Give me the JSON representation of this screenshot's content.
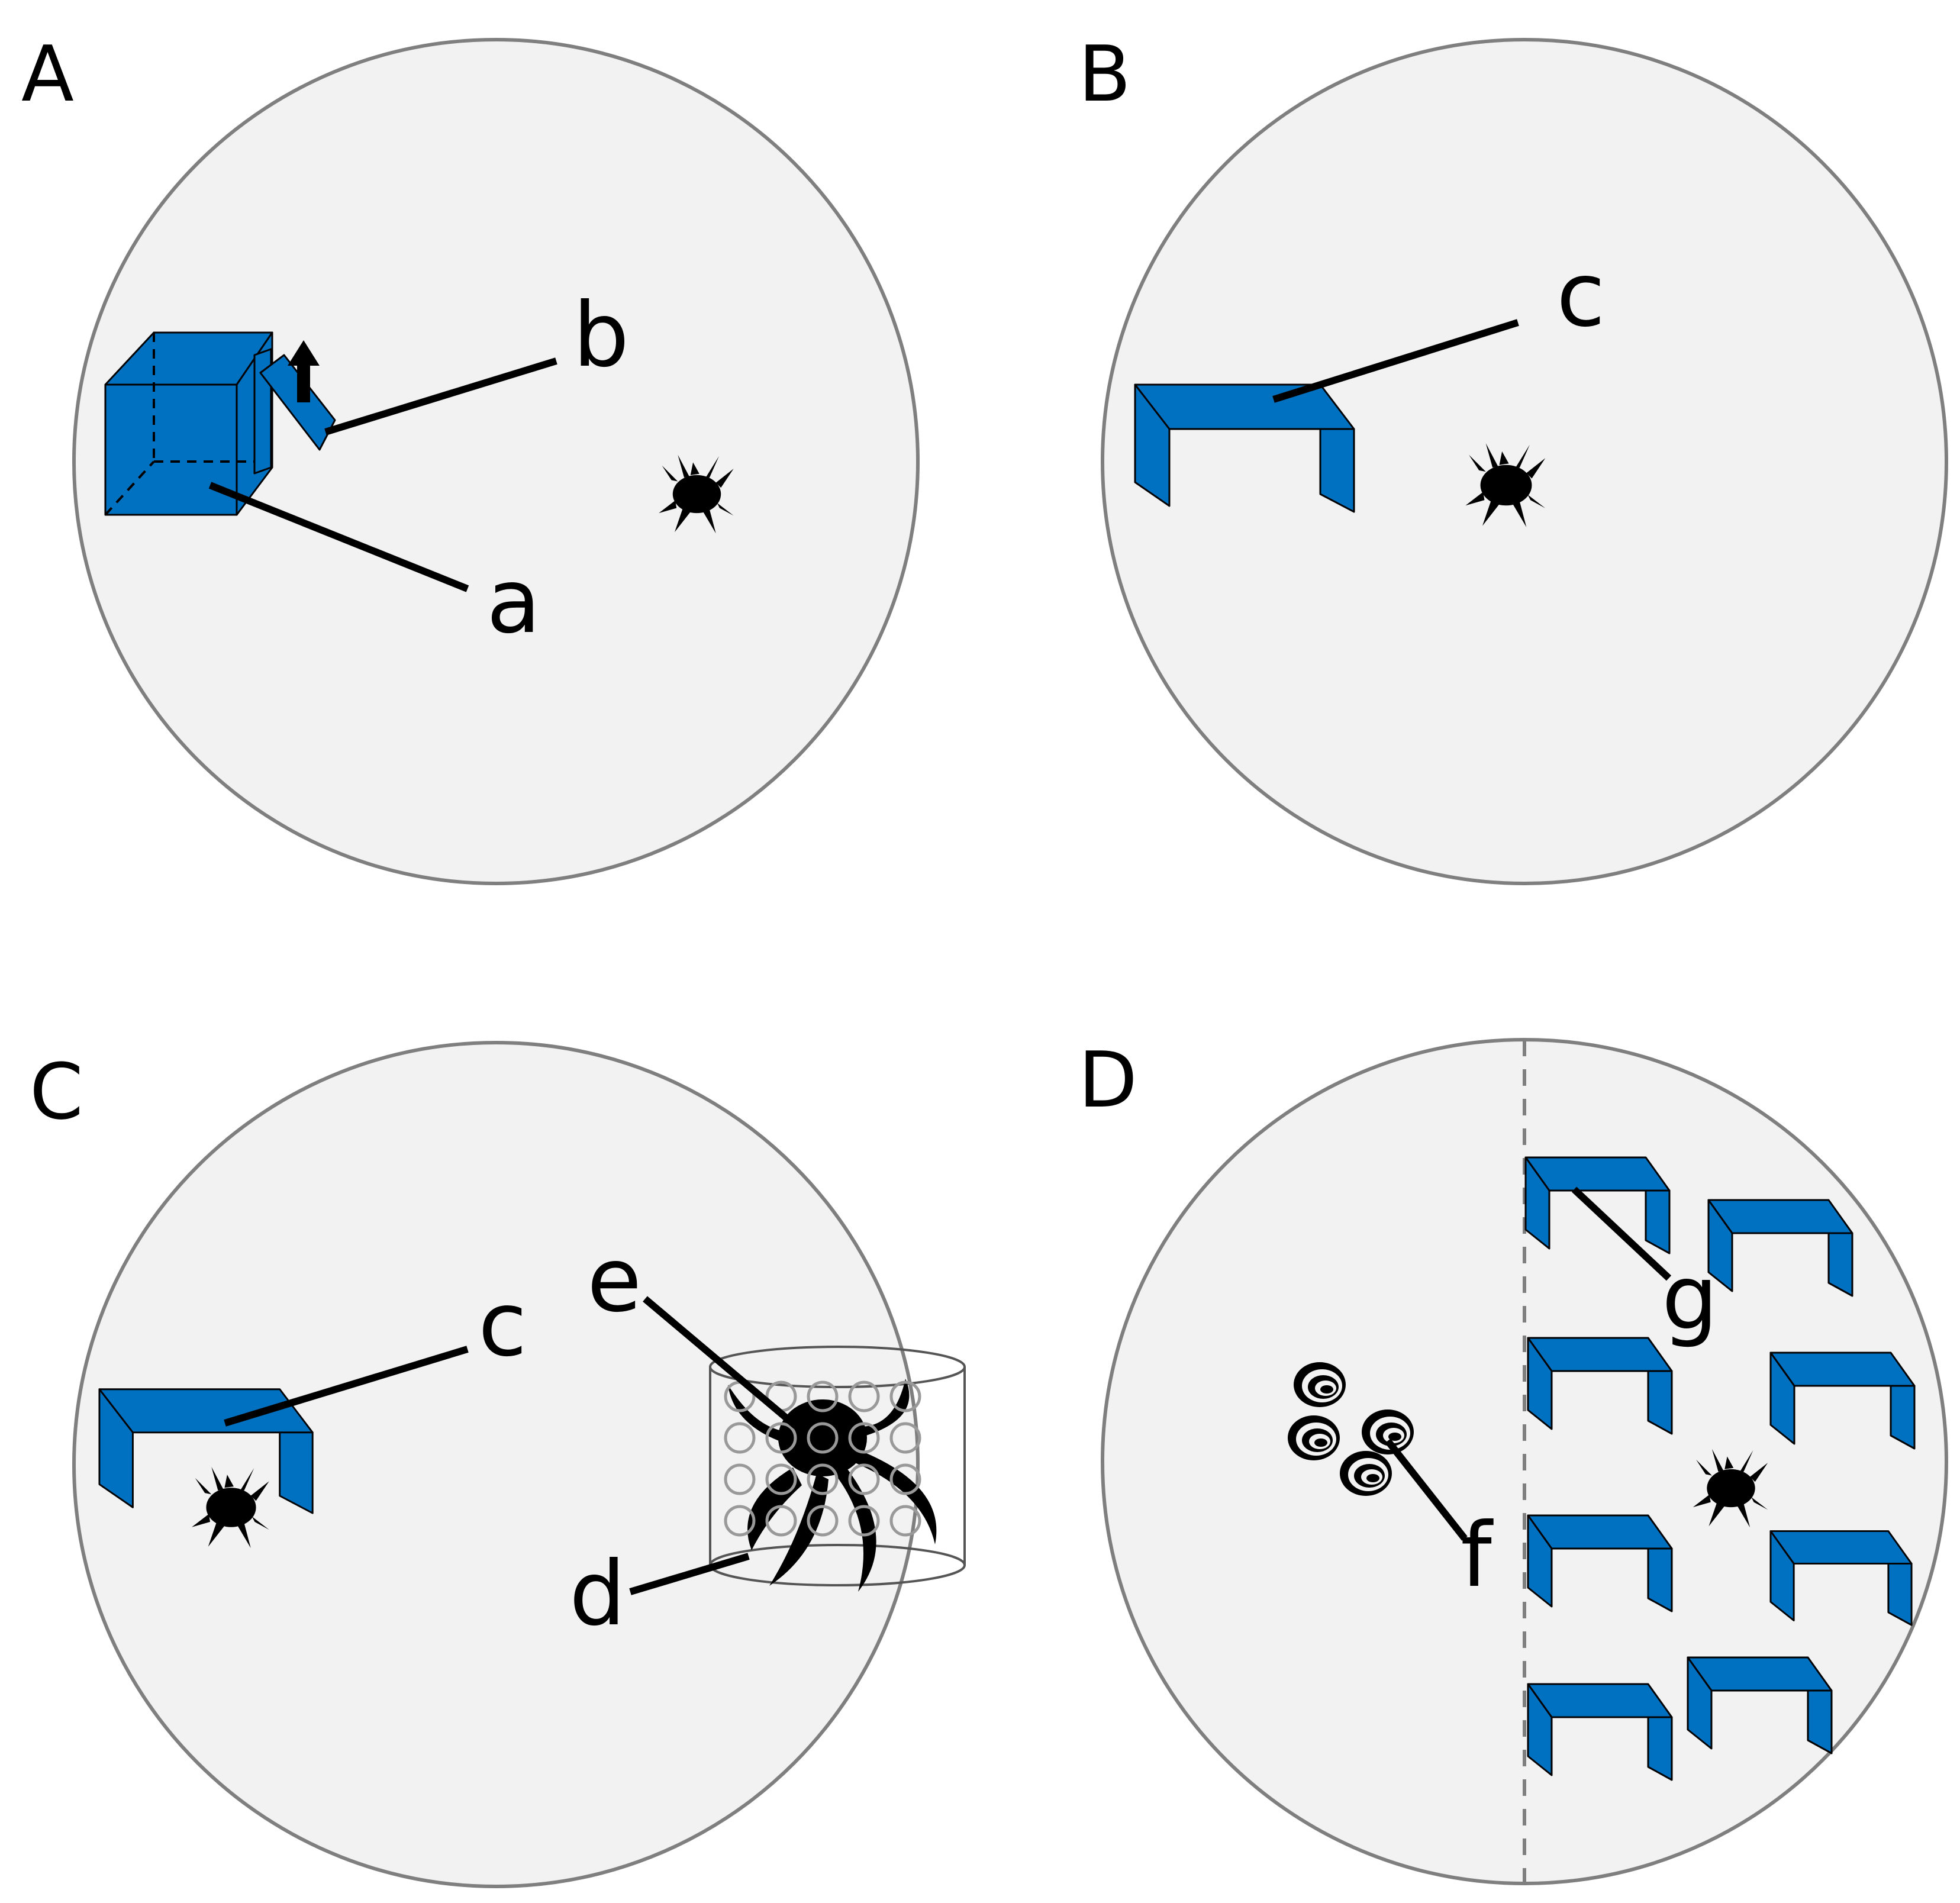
{
  "panels": {
    "A": {
      "label": "A",
      "callouts": {
        "a": "a",
        "b": "b"
      }
    },
    "B": {
      "label": "B",
      "callouts": {
        "c": "c"
      }
    },
    "C": {
      "label": "C",
      "callouts": {
        "c": "c",
        "d": "d",
        "e": "e"
      }
    },
    "D": {
      "label": "D",
      "callouts": {
        "f": "f",
        "g": "g"
      }
    }
  },
  "colors": {
    "shelter_blue": "#0070c0",
    "arena_fill": "#f2f2f2",
    "arena_stroke": "#7f7f7f"
  }
}
